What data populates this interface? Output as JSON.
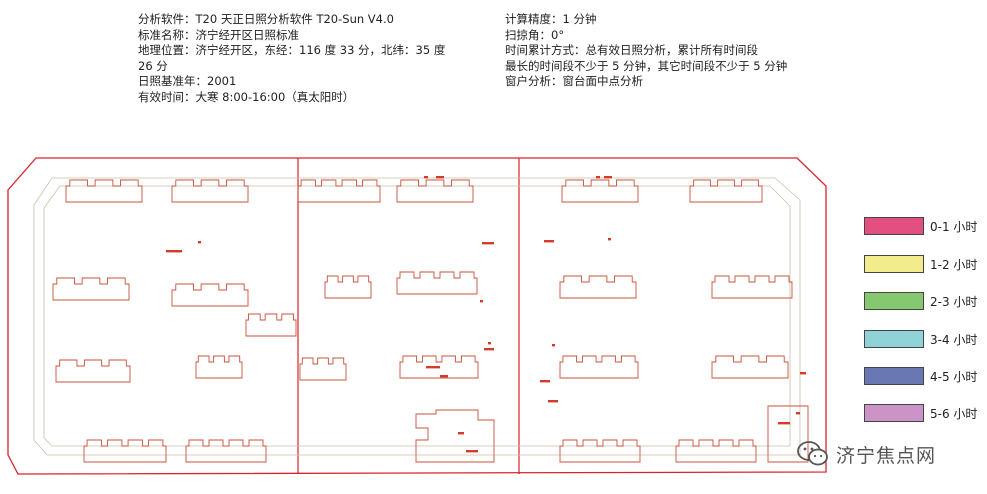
{
  "header_left": {
    "software": "分析软件：T20 天正日照分析软件 T20-Sun V4.0",
    "standard": "标准名称：济宁经开区日照标准",
    "location_line1": "地理位置：济宁经开区，东经：116 度 33 分，北纬：35 度",
    "location_line2": "26 分",
    "base_year": "日照基准年：2001",
    "valid_time": "有效时间：大寒 8:00-16:00（真太阳时）"
  },
  "header_right": {
    "precision": "计算精度：1 分钟",
    "sweep_angle": "扫掠角：0°",
    "accumulation": "时间累计方式：总有效日照分析，累计所有时间段",
    "min_segment": "最长的时间段不少于 5 分钟，其它时间段不少于 5 分钟",
    "window": "窗户分析：窗台面中点分析"
  },
  "legend": [
    {
      "label": "0-1 小时",
      "color": "#e3507f"
    },
    {
      "label": "1-2 小时",
      "color": "#f2ec8c"
    },
    {
      "label": "2-3 小时",
      "color": "#86c870"
    },
    {
      "label": "3-4 小时",
      "color": "#8fd3d8"
    },
    {
      "label": "4-5 小时",
      "color": "#6977b3"
    },
    {
      "label": "5-6 小时",
      "color": "#cc93c6"
    }
  ],
  "colors": {
    "boundary": "#d9232c",
    "inner_line": "#c8c3a8",
    "building": "#c9513a",
    "note": "#d53a2a"
  },
  "watermark": {
    "text": "济宁焦点网",
    "icon": "wechat-logo-icon"
  }
}
